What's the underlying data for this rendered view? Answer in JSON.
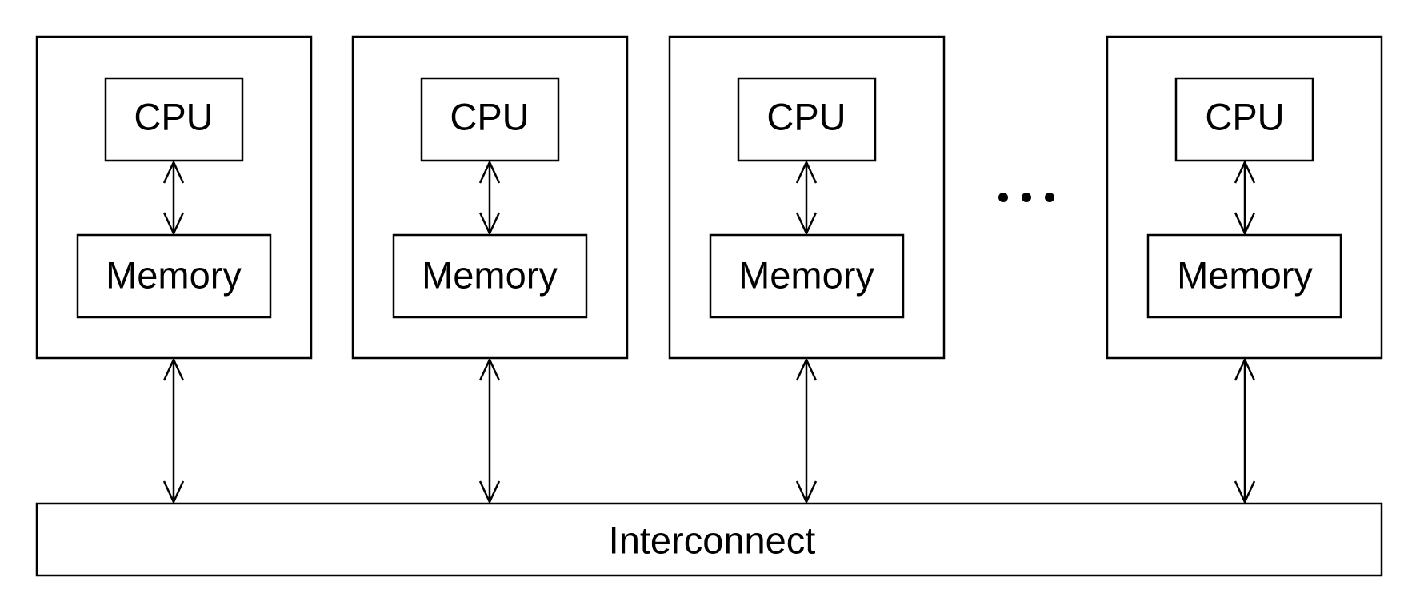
{
  "diagram": {
    "node_count_shown": 4,
    "nodes": [
      {
        "cpu_label": "CPU",
        "memory_label": "Memory"
      },
      {
        "cpu_label": "CPU",
        "memory_label": "Memory"
      },
      {
        "cpu_label": "CPU",
        "memory_label": "Memory"
      },
      {
        "cpu_label": "CPU",
        "memory_label": "Memory"
      }
    ],
    "ellipsis": "• • •",
    "interconnect_label": "Interconnect"
  },
  "colors": {
    "stroke": "#000000",
    "background": "#ffffff"
  },
  "icons": {
    "arrow": "double-headed-arrow-icon"
  }
}
